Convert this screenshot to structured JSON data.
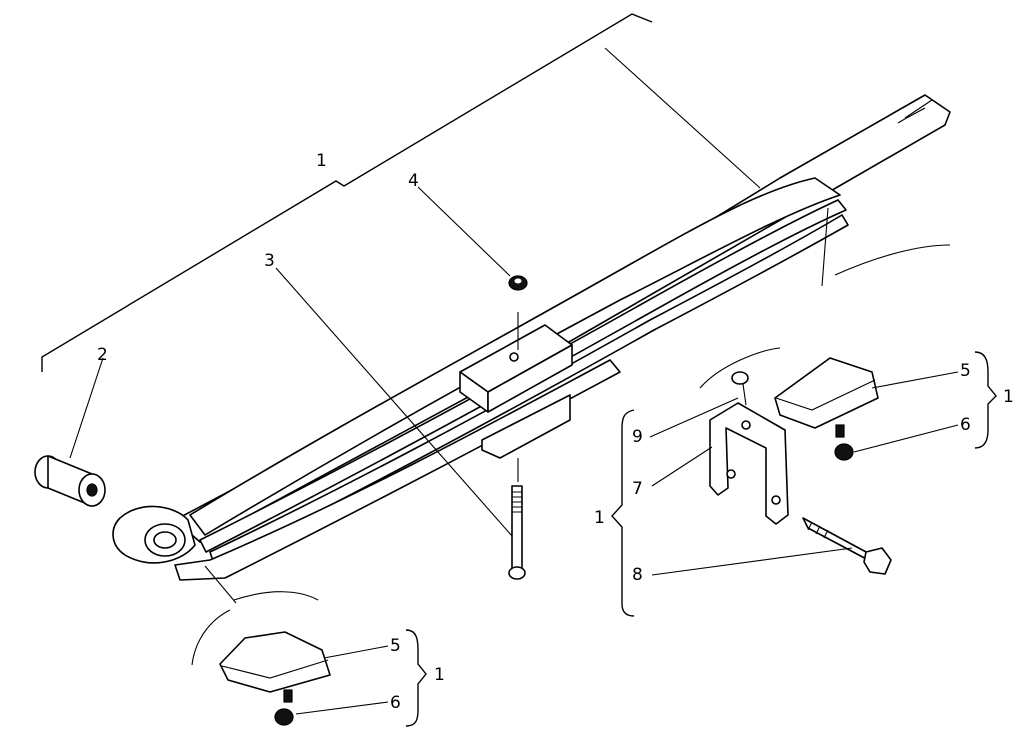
{
  "diagram": {
    "callouts": {
      "assembly": "1",
      "bushing": "2",
      "bolt_long": "3",
      "nut_top": "4",
      "pad_right": "5",
      "nut_right": "6",
      "bracket": "7",
      "bolt_bracket": "8",
      "pin": "9",
      "pad_bottom": "5",
      "nut_bottom": "6",
      "group_right_pad": "1",
      "group_bracket": "1",
      "group_bottom_pad": "1"
    }
  }
}
